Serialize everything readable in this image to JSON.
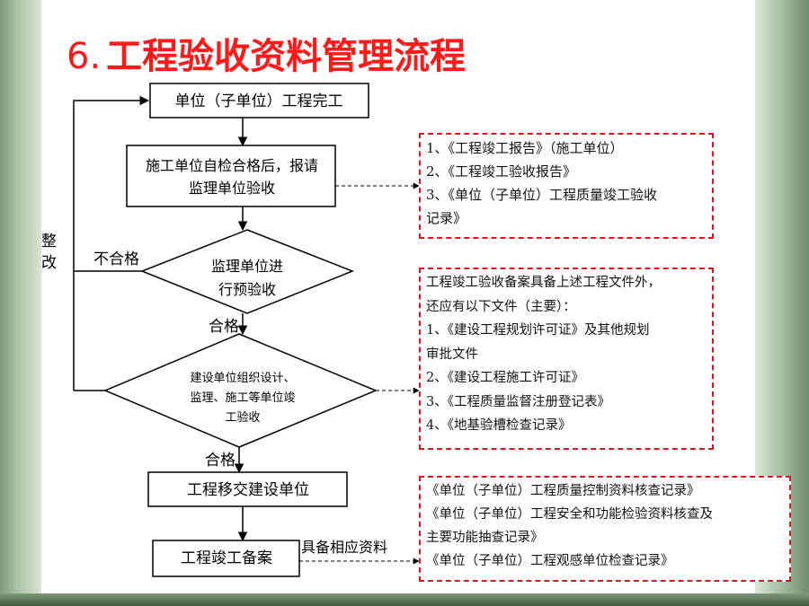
{
  "title": {
    "number": "6.",
    "text": "工程验收资料管理流程"
  },
  "flow": {
    "step1": "单位（子单位）工程完工",
    "step2": [
      "施工单位自检合格后，报请",
      "监理单位验收"
    ],
    "decision1": [
      "监理单位进",
      "行预验收"
    ],
    "decision2": [
      "建设单位组织设计、",
      "监理、施工等单位竣",
      "工验收"
    ],
    "step3": "工程移交建设单位",
    "step4": "工程竣工备案",
    "label_fail": "不合格",
    "label_pass1": "合格",
    "label_pass2": "合格",
    "label_rework": [
      "整",
      "改"
    ],
    "label_submit": "具备相应资料"
  },
  "notes": {
    "note1": [
      "1、《工程竣工报告》（施工单位）",
      "2、《工程竣工验收报告》",
      "3、《单位（子单位）工程质量竣工验收",
      "记录》"
    ],
    "note2": [
      "工程竣工验收备案具备上述工程文件外，",
      "还应有以下文件（主要）：",
      "1、《建设工程规划许可证》及其他规划",
      "审批文件",
      "2、《建设工程施工许可证》",
      "3、《工程质量监督注册登记表》",
      "4、《地基验槽检查记录》"
    ],
    "note3": [
      "《单位（子单位）工程质量控制资料核查记录》",
      "《单位（子单位）工程安全和功能检验资料核查及",
      "主要功能抽查记录》",
      "《单位（子单位）工程观感单位检查记录》"
    ]
  },
  "colors": {
    "title": "#ff1a1a",
    "note_border": "#e0141e",
    "line": "#000000"
  }
}
